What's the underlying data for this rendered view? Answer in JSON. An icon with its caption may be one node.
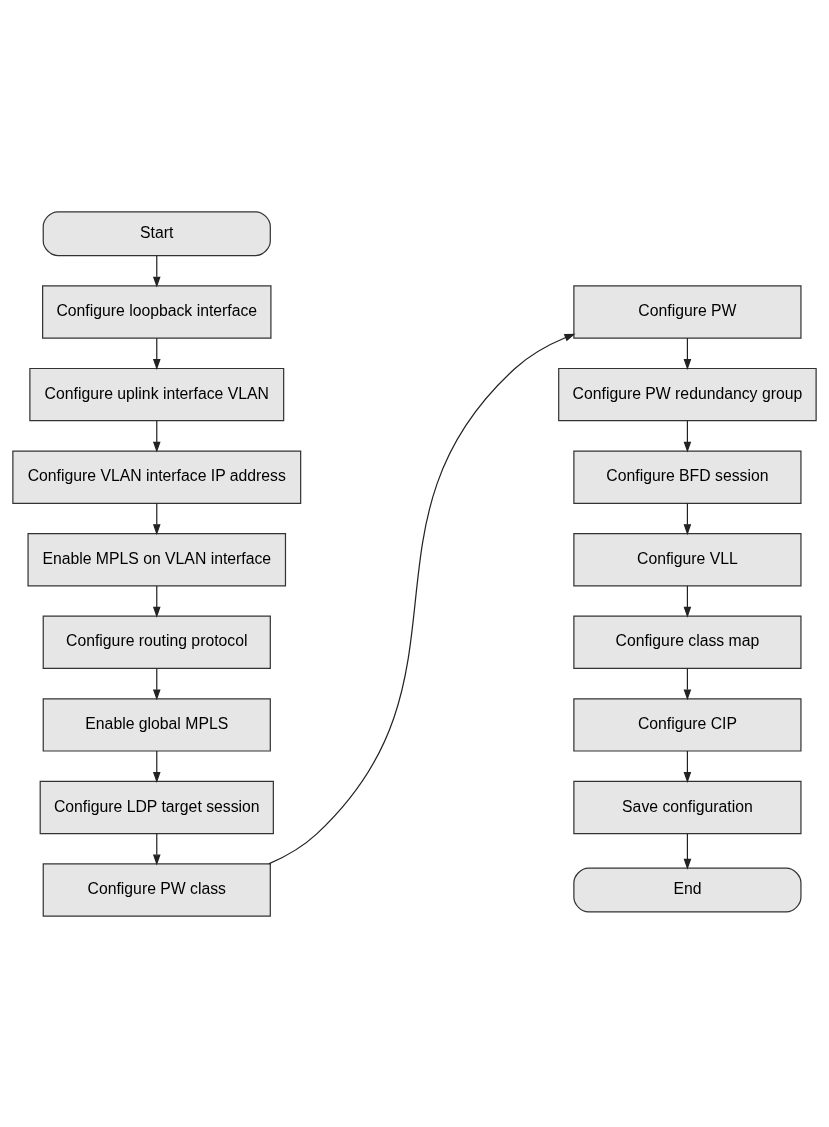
{
  "diagram": {
    "nodes": [
      {
        "text": [
          "Start"
        ]
      },
      {
        "text": [
          "Configure loopback interface"
        ]
      },
      {
        "text": [
          "Configure uplink interface VLAN"
        ]
      },
      {
        "text": [
          "Configure VLAN interface IP address"
        ]
      },
      {
        "text": [
          "Enable MPLS on VLAN interface"
        ]
      },
      {
        "text": [
          "Configure routing protocol"
        ]
      },
      {
        "text": [
          "Enable global MPLS"
        ]
      },
      {
        "text": [
          "Configure LDP target session"
        ]
      },
      {
        "text": [
          "Configure PW class"
        ]
      },
      {
        "text": [
          "Configure PW"
        ]
      },
      {
        "text": [
          "Configure PW redundancy group"
        ]
      },
      {
        "text": [
          "Configure BFD session"
        ]
      },
      {
        "text": [
          "Configure VLL"
        ]
      },
      {
        "text": [
          "Configure class map"
        ]
      },
      {
        "text": [
          "Configure CIP"
        ]
      },
      {
        "text": [
          "Save configuration"
        ]
      },
      {
        "text": [
          "End"
        ]
      }
    ],
    "edges": [
      {
        "from": 0,
        "to": 1,
        "arrow": "to"
      },
      {
        "from": 1,
        "to": 2,
        "arrow": "to"
      },
      {
        "from": 2,
        "to": 3,
        "arrow": "to"
      },
      {
        "from": 3,
        "to": 4,
        "arrow": "to"
      },
      {
        "from": 4,
        "to": 5,
        "arrow": "to"
      },
      {
        "from": 5,
        "to": 6,
        "arrow": "to"
      },
      {
        "from": 6,
        "to": 7,
        "arrow": "to"
      },
      {
        "from": 7,
        "to": 8,
        "arrow": "to"
      },
      {
        "from": 8,
        "to": 9,
        "arrow": "to"
      },
      {
        "from": 9,
        "to": 10,
        "arrow": "to"
      },
      {
        "from": 10,
        "to": 11,
        "arrow": "to"
      },
      {
        "from": 11,
        "to": 12,
        "arrow": "to"
      },
      {
        "from": 12,
        "to": 13,
        "arrow": "to"
      },
      {
        "from": 13,
        "to": 14,
        "arrow": "to"
      },
      {
        "from": 14,
        "to": 15,
        "arrow": "to"
      },
      {
        "from": 15,
        "to": 16,
        "arrow": "to"
      }
    ]
  }
}
